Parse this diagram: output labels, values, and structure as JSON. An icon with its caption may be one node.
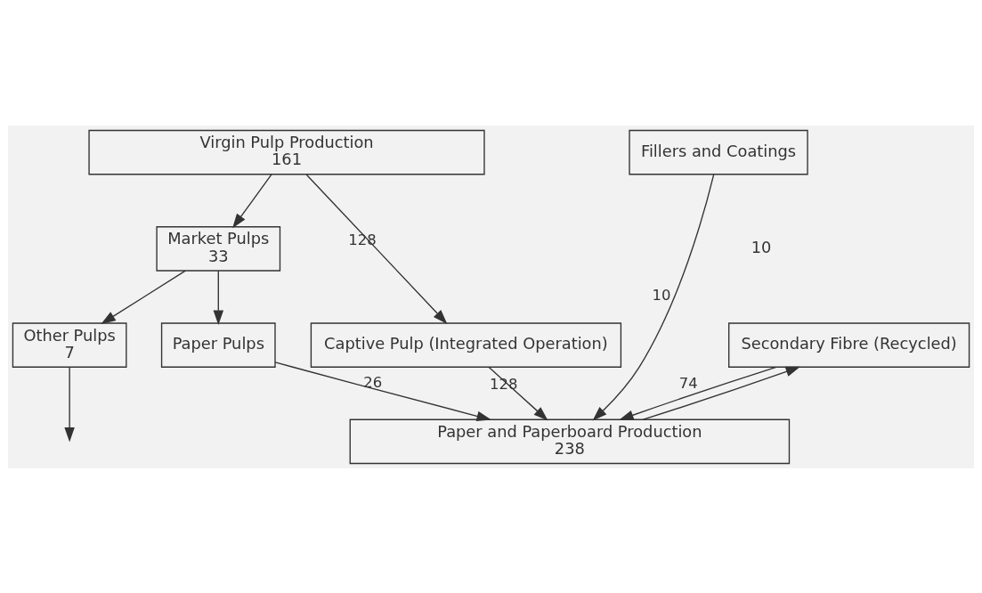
{
  "diagram": {
    "nodes": [
      {
        "text": [
          "Virgin Pulp Production",
          "161"
        ]
      },
      {
        "text": [
          "Fillers and Coatings"
        ]
      },
      {
        "text": [
          "Market Pulps",
          "33"
        ]
      },
      {
        "text": [
          "Other Pulps",
          "7"
        ]
      },
      {
        "text": [
          "Paper Pulps"
        ]
      },
      {
        "text": [
          "Captive Pulp (Integrated Operation)"
        ]
      },
      {
        "text": [
          "Secondary Fibre (Recycled)"
        ]
      },
      {
        "text": [
          "Paper and Paperboard Production",
          "238"
        ]
      }
    ],
    "edges": [
      {
        "from": 0,
        "to": 2,
        "arrow": "to"
      },
      {
        "from": 0,
        "to": 5,
        "arrow": "to",
        "label": "128"
      },
      {
        "from": 1,
        "to": 7,
        "arrow": "to",
        "label": "10"
      },
      {
        "from": 2,
        "to": 3,
        "arrow": "to"
      },
      {
        "from": 2,
        "to": 4,
        "arrow": "to"
      },
      {
        "from": 3,
        "to": null,
        "arrow": "to"
      },
      {
        "from": 4,
        "to": 7,
        "arrow": "to",
        "label": "26"
      },
      {
        "from": 5,
        "to": 7,
        "arrow": "to",
        "label": "128"
      },
      {
        "from": 6,
        "to": 7,
        "arrow": "to",
        "label": "74"
      },
      {
        "from": 7,
        "to": 6,
        "arrow": "to"
      }
    ],
    "labels": [
      "10"
    ]
  }
}
